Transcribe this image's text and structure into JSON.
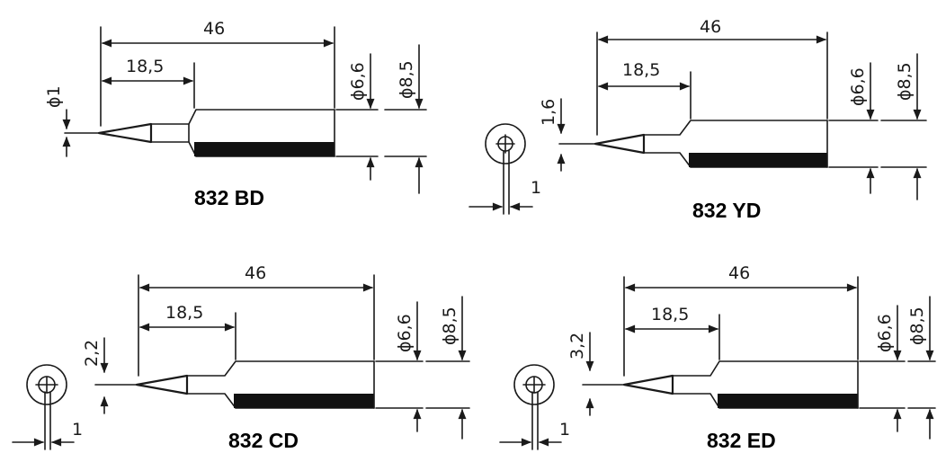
{
  "dims": {
    "overall_length": "46",
    "tip_length": "18,5",
    "shank_diameter": "ϕ6,6",
    "collar_diameter": "ϕ8,5"
  },
  "tips": [
    {
      "model": "832 BD",
      "tip_dim": "ϕ1",
      "thickness": ""
    },
    {
      "model": "832 YD",
      "tip_dim": "1,6",
      "thickness": "1"
    },
    {
      "model": "832 CD",
      "tip_dim": "2,2",
      "thickness": "1"
    },
    {
      "model": "832 ED",
      "tip_dim": "3,2",
      "thickness": "1"
    }
  ]
}
